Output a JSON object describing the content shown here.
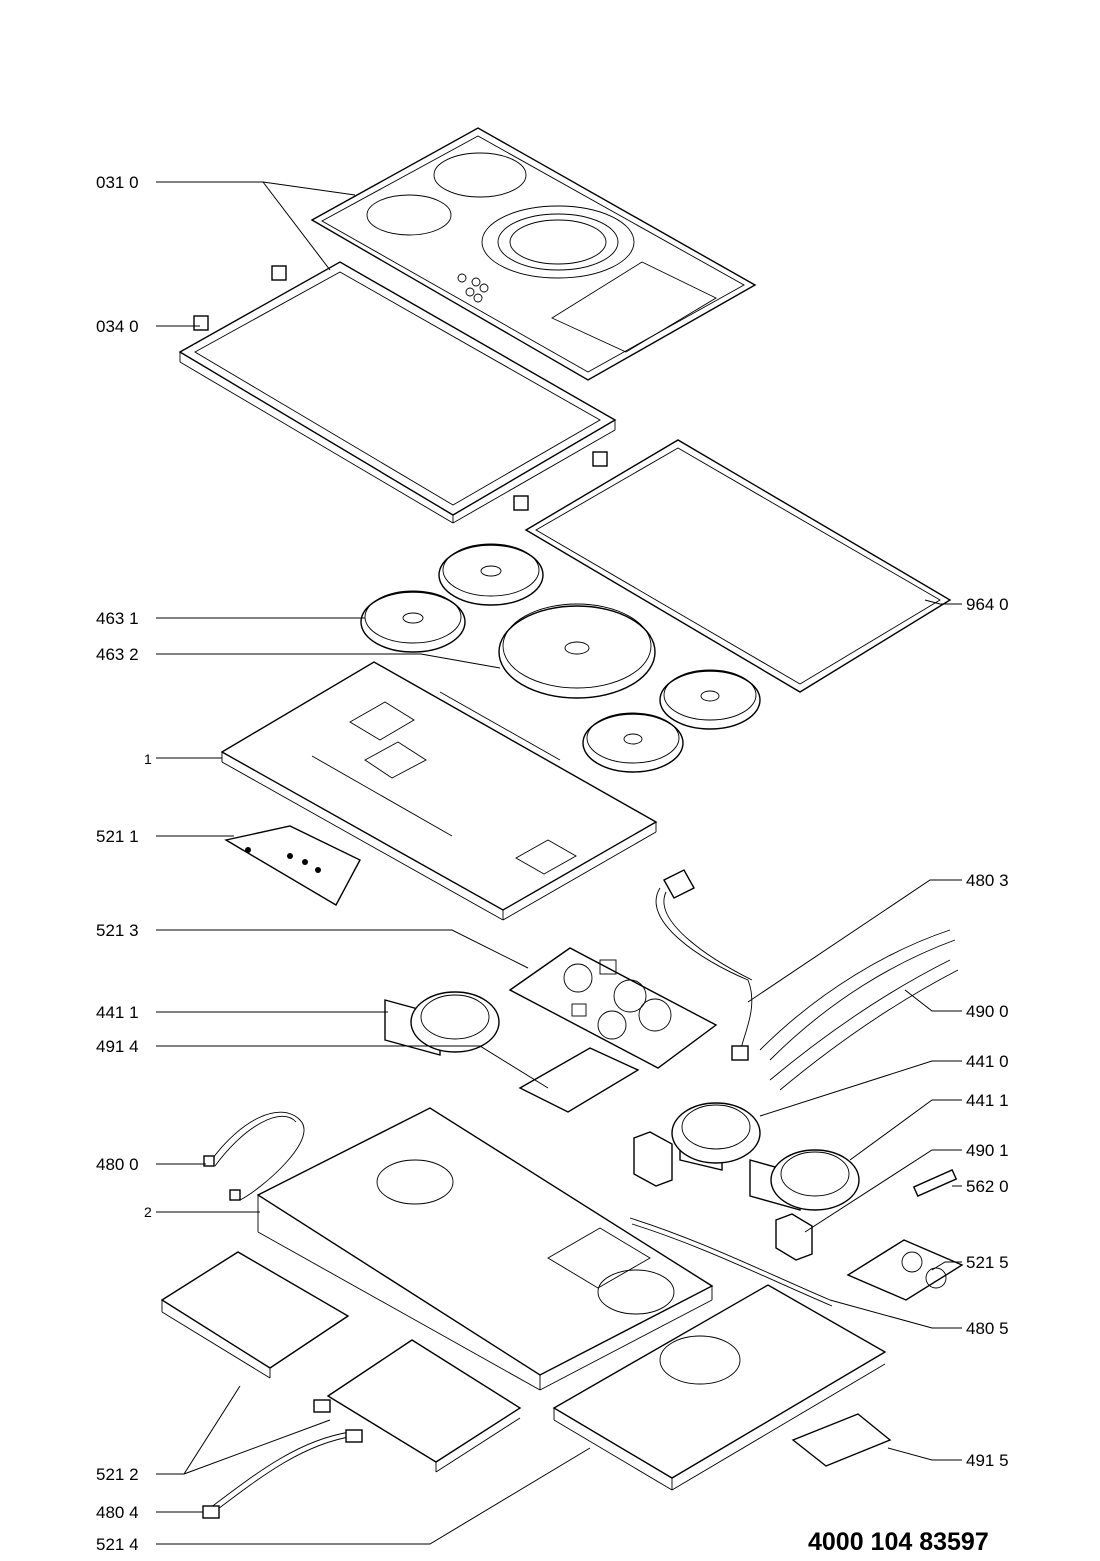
{
  "diagram": {
    "labels": [
      "031 0",
      "034 0",
      "463 1",
      "463 2",
      "1",
      "521 1",
      "521 3",
      "441 1",
      "491 4",
      "480 0",
      "2",
      "521 2",
      "480 4",
      "521 4",
      "964 0",
      "480 3",
      "490 0",
      "441 0",
      "441 1",
      "490 1",
      "562 0",
      "521 5",
      "480 5",
      "491 5"
    ]
  },
  "document_number": "4000 104 83597"
}
